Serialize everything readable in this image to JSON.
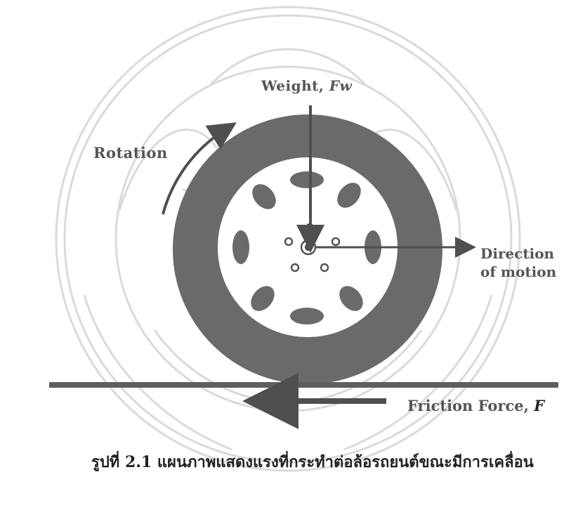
{
  "figure": {
    "labels": {
      "weight": "Weight, ",
      "weight_symbol": "Fw",
      "rotation": "Rotation",
      "direction_line1": "Direction",
      "direction_line2": "of motion",
      "friction": "Friction Force, ",
      "friction_symbol": "F"
    },
    "caption": "รูปที่ 2.1  แผนภาพแสดงแรงที่กระทำต่อล้อรถยนต์ขณะมีการเคลื่อน"
  },
  "colors": {
    "tire": "#6a6a6a",
    "ground": "#5e5e5e",
    "arrow": "#4f4f4f",
    "rim": "#ffffff",
    "watermark": "#d9d9d9"
  }
}
